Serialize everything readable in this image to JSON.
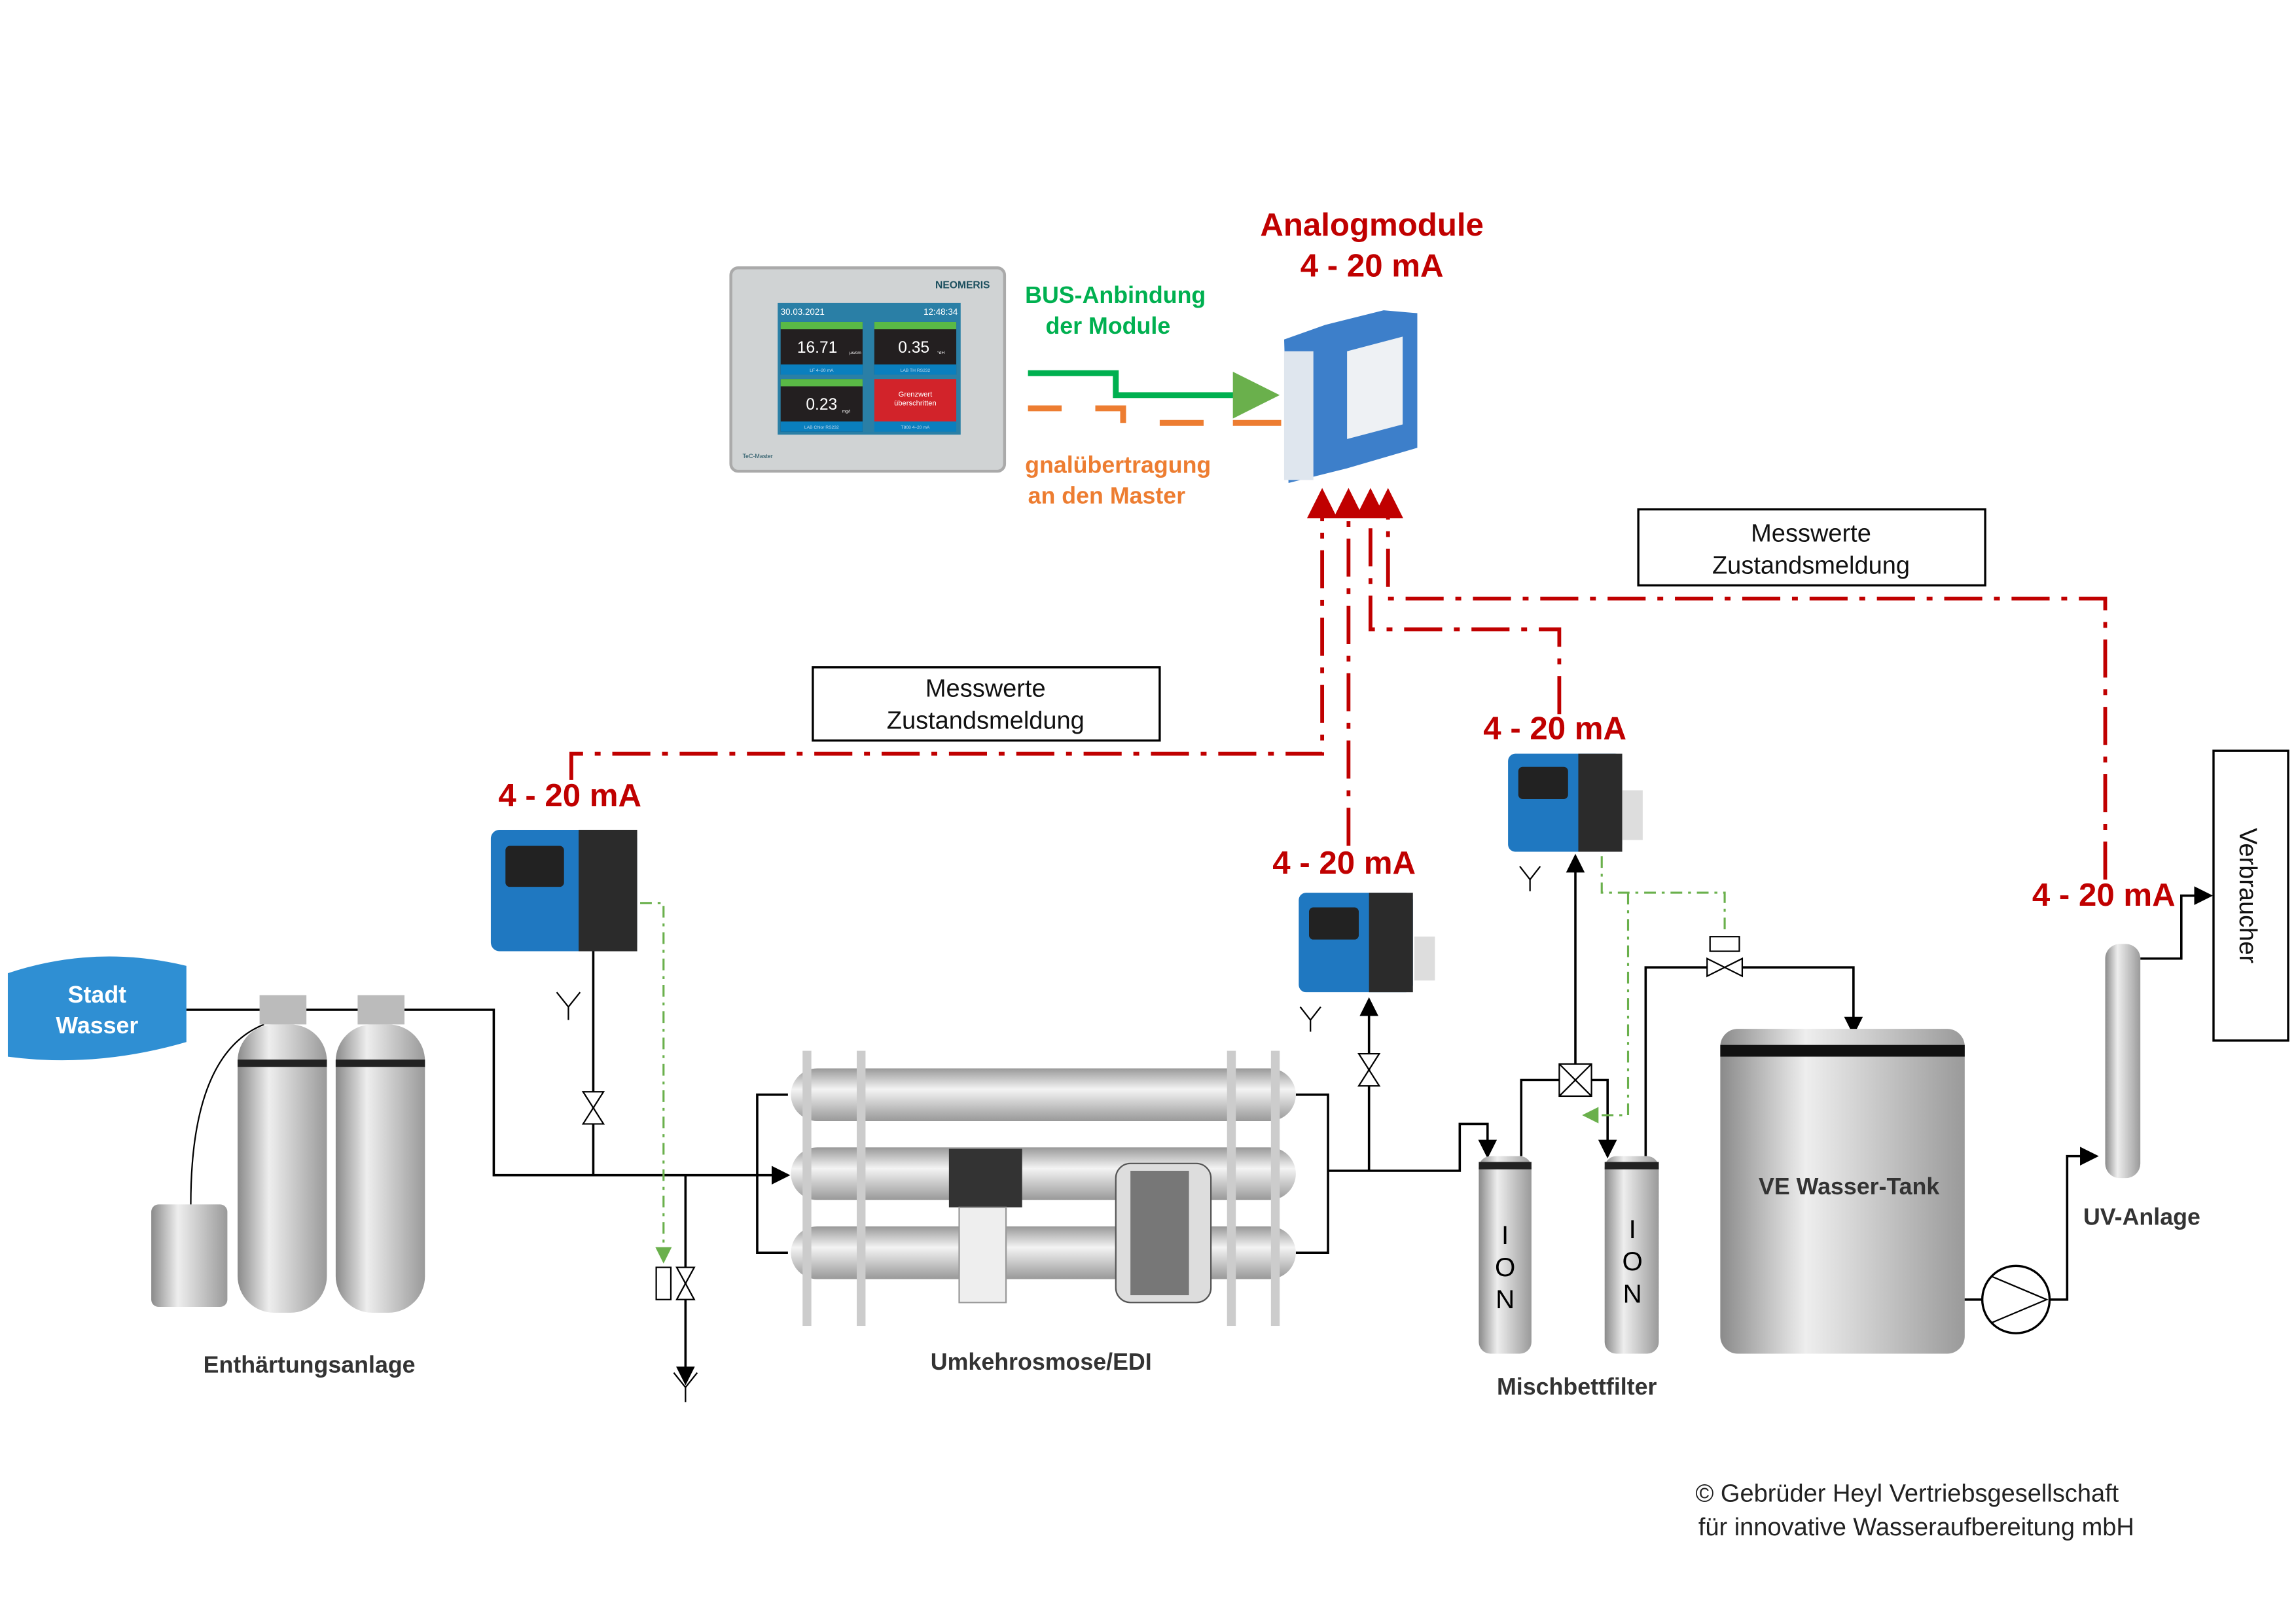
{
  "master": {
    "brand": "NEOMERIS",
    "date": "30.03.2021",
    "time": "12:48:34",
    "model": "TeC-Master",
    "tiles": [
      {
        "value": "16.71",
        "unit": "µs/cm",
        "label": "LF 4–20 mA"
      },
      {
        "value": "0.35",
        "unit": "°dH",
        "label": "LAB TH RS232"
      },
      {
        "value": "0.23",
        "unit": "mg/l",
        "label": "LAB Chlor RS232"
      },
      {
        "alarm_line1": "Grenzwert",
        "alarm_line2": "überschritten",
        "label": "T808 4–20 mA"
      }
    ]
  },
  "bus_label": {
    "line1": "BUS-Anbindung",
    "line2": "der Module"
  },
  "signal_label": {
    "line1": "gnalübertragung",
    "line2": "an den Master"
  },
  "analog_module": {
    "line1": "Analogmodule",
    "line2": "4 - 20 mA"
  },
  "current_labels": [
    "4 - 20 mA",
    "4 - 20 mA",
    "4 - 20 mA",
    "4 - 20 mA"
  ],
  "messwerte_boxes": [
    {
      "line1": "Messwerte",
      "line2": "Zustandsmeldung"
    },
    {
      "line1": "Messwerte",
      "line2": "Zustandsmeldung"
    }
  ],
  "source": {
    "line1": "Stadt",
    "line2": "Wasser"
  },
  "stations": {
    "softener": "Enthärtungsanlage",
    "ro": "Umkehrosmose/EDI",
    "mixed_bed": "Mischbettfilter",
    "ion_letters": [
      "I",
      "O",
      "N"
    ],
    "tank": "VE Wasser-Tank",
    "uv": "UV-Anlage",
    "consumer": "Verbraucher"
  },
  "copyright": {
    "line1": "© Gebrüder Heyl Vertriebsgesellschaft",
    "line2": "für innovative Wasseraufbereitung mbH"
  },
  "colors": {
    "signal_red": "#c00000",
    "bus_green": "#00b050",
    "signal_orange": "#ed7d31",
    "controller_blue": "#1f78c1"
  }
}
